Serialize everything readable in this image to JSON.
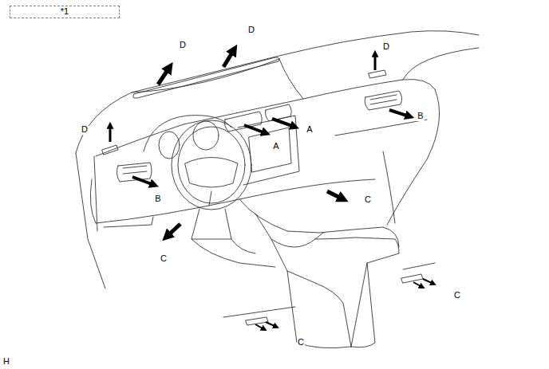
{
  "diagram": {
    "nodes": [
      {
        "text": [
          "*1"
        ]
      }
    ],
    "labels": [
      "D",
      "D",
      "D",
      "B",
      "D",
      "A",
      "A",
      "B",
      "C",
      "C",
      "C",
      "C",
      "H"
    ]
  }
}
